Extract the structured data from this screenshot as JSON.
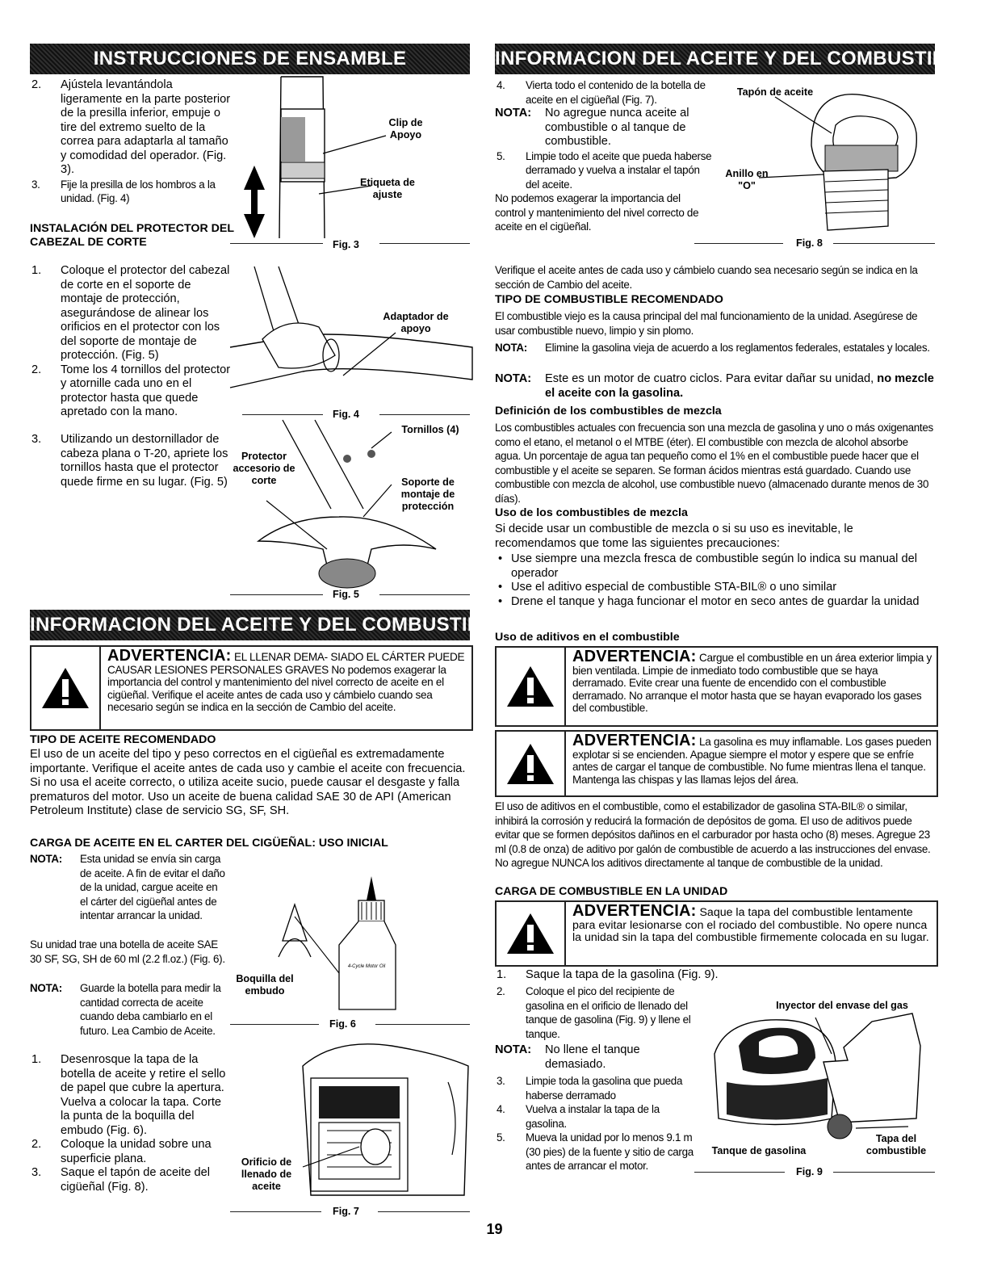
{
  "page_number": "19",
  "left": {
    "banner1": "INSTRUCCIONES DE ENSAMBLE",
    "step2": {
      "num": "2.",
      "text": "Ajústela levantándola ligeramente en la parte posterior de la presilla inferior, empuje o tire del extremo suelto de la correa para adaptarla al tamaño y comodidad del operador. (Fig. 3)."
    },
    "step3": {
      "num": "3.",
      "text": "Fije la presilla de los hombros a la unidad. (Fig. 4)"
    },
    "install_heading": "INSTALACIÓN DEL PROTECTOR DEL CABEZAL DE CORTE",
    "install_steps": [
      {
        "num": "1.",
        "text": "Coloque el protector del cabezal de corte en el soporte de montaje de protección, asegurándose de alinear los orificios en el protector con los del soporte de montaje de protección. (Fig. 5)"
      },
      {
        "num": "2.",
        "text": "Tome los 4 tornillos del protector y atornille cada uno en el protector hasta que quede apretado con la mano."
      },
      {
        "num": "3.",
        "text": "Utilizando un destornillador de cabeza plana o T-20, apriete los tornillos hasta que el protector quede firme en su lugar. (Fig. 5)"
      }
    ],
    "fig3": {
      "label": "Fig. 3",
      "clip": "Clip de Apoyo",
      "etiqueta": "Etiqueta de ajuste"
    },
    "fig4": {
      "label": "Fig. 4",
      "adaptador": "Adaptador de apoyo"
    },
    "fig5": {
      "label": "Fig. 5",
      "tornillos": "Tornillos (4)",
      "protector": "Protector accesorio de corte",
      "soporte": "Soporte de montaje de protección"
    },
    "banner2": "INFORMACION DEL ACEITE Y DEL COMBUSTIBLE",
    "warning1": {
      "title": "ADVERTENCIA:",
      "text": "EL LLENAR DEMA- SIADO EL CÁRTER PUEDE CAUSAR LESIONES PERSONALES GRAVES No podemos exagerar la importancia del control y mantenimiento del nivel correcto de aceite en el cigüeñal. Verifique el aceite antes de cada uso y cámbielo cuando sea necesario según se indica en la sección de Cambio del aceite."
    },
    "tipo_heading": "TIPO DE ACEITE RECOMENDADO",
    "tipo_text": "El uso de un aceite del tipo y peso correctos en el cigüeñal es extremadamente importante. Verifique el aceite antes de cada uso y cambie el aceite con frecuencia. Si no usa el aceite correcto, o utiliza aceite sucio, puede causar el desgaste y falla prematuros del motor. Uso un aceite de buena calidad SAE 30 de API (American Petroleum Institute) clase de servicio SG, SF, SH.",
    "carga_heading": "CARGA DE ACEITE EN EL CARTER DEL CIGÜEÑAL: USO INICIAL",
    "nota1": {
      "label": "NOTA:",
      "text": "Esta unidad se envía sin carga de aceite. A fin de evitar el daño de la unidad, cargue aceite en el cárter del cigüeñal antes de intentar arrancar la unidad."
    },
    "botella_text": "Su unidad trae una botella de aceite SAE 30 SF, SG, SH de 60 ml (2.2 fl.oz.) (Fig. 6).",
    "nota2": {
      "label": "NOTA:",
      "text": "Guarde la botella para medir la cantidad correcta de aceite cuando deba cambiarlo en el futuro. Lea Cambio de Aceite."
    },
    "oil_steps": [
      {
        "num": "1.",
        "text": "Desenrosque la tapa de la botella de aceite y retire el sello de papel que cubre la apertura. Vuelva a colocar la tapa. Corte la punta de la boquilla del embudo (Fig. 6)."
      },
      {
        "num": "2.",
        "text": "Coloque la unidad sobre una superficie plana."
      },
      {
        "num": "3.",
        "text": "Saque el tapón de aceite del cigüeñal (Fig. 8)."
      }
    ],
    "fig6": {
      "label": "Fig. 6",
      "boquilla": "Boquilla del embudo",
      "bottle_text": "4-Cycle Motor Oil"
    },
    "fig7": {
      "label": "Fig. 7",
      "orificio": "Orificio de llenado de aceite"
    }
  },
  "right": {
    "banner": "INFORMACION DEL ACEITE Y DEL COMBUSTIBLE",
    "step4": {
      "num": "4.",
      "text": "Vierta todo el contenido de la botella de aceite en el cigüeñal (Fig. 7)."
    },
    "nota1": {
      "label": "NOTA:",
      "text": "No agregue nunca aceite al combustible o al tanque de combustible."
    },
    "step5": {
      "num": "5.",
      "text": "Limpie todo el aceite que pueda haberse derramado y vuelva a instalar el tapón del aceite."
    },
    "para1": "No podemos exagerar la importancia del control y mantenimiento del nivel correcto de aceite en el cigüeñal.",
    "para2": "Verifique el aceite antes de cada uso y cámbielo cuando sea necesario según se indica en la sección de Cambio del aceite.",
    "fig8": {
      "label": "Fig. 8",
      "tapon": "Tapón de aceite",
      "anillo": "Anillo en \"O\""
    },
    "tipo_comb_heading": "TIPO DE COMBUSTIBLE RECOMENDADO",
    "tipo_comb_text": "El combustible viejo es la causa principal del mal funcionamiento de la unidad. Asegúrese de usar combustible nuevo, limpio y sin plomo.",
    "nota2": {
      "label": "NOTA:",
      "text": "Elimine la gasolina vieja de acuerdo a los reglamentos federales, estatales y locales."
    },
    "nota3": {
      "label": "NOTA:",
      "text": "Este es un motor de cuatro ciclos. Para evitar dañar su unidad,",
      "bold": "no mezcle el aceite con la gasolina."
    },
    "def_heading": "Definición de los combustibles de mezcla",
    "def_text": "Los combustibles actuales con frecuencia son una mezcla de gasolina y uno o más oxigenantes como el etano, el metanol o el MTBE (éter). El combustible con mezcla de alcohol absorbe agua. Un porcentaje de agua tan pequeño como el 1% en el combustible puede hacer que el combustible y el aceite se separen. Se forman ácidos mientras está guardado. Cuando use combustible con mezcla de alcohol, use combustible nuevo (almacenado durante menos de 30 días).",
    "uso_heading": "Uso de los combustibles de mezcla",
    "uso_text": "Si decide usar un combustible de mezcla o si su uso es inevitable, le recomendamos que tome las siguientes precauciones:",
    "bullets": [
      "Use siempre una mezcla fresca de combustible según lo indica su manual del operador",
      "Use el aditivo especial de combustible STA-BIL® o uno similar",
      "Drene el tanque y haga funcionar el motor en seco antes de guardar la unidad"
    ],
    "aditivos_heading": "Uso de aditivos en el combustible",
    "warning2": {
      "title": "ADVERTENCIA:",
      "text": "Cargue el combustible en un área exterior limpia y bien ventilada. Limpie de inmediato todo combustible que se haya derramado. Evite crear una fuente de encendido con el combustible derramado. No arranque el motor hasta que se hayan evaporado los gases del combustible."
    },
    "warning3": {
      "title": "ADVERTENCIA:",
      "text": "La gasolina es muy inflamable. Los gases pueden explotar si se encienden. Apague siempre el motor y espere que se enfríe antes de cargar el tanque de combustible. No fume mientras llena el tanque. Mantenga las chispas y las llamas lejos del área."
    },
    "aditivos_text": "El uso de aditivos en el combustible, como el estabilizador de gasolina STA-BIL® o similar, inhibirá la corrosión y reducirá la formación de depósitos de goma. El uso de aditivos puede evitar que se formen depósitos dañinos en el carburador por hasta ocho (8) meses. Agregue 23 ml (0.8 de onza) de aditivo por galón de combustible de acuerdo a las instrucciones del envase. No agregue NUNCA los aditivos directamente al tanque de combustible de la unidad.",
    "carga_comb_heading": "CARGA DE COMBUSTIBLE EN LA UNIDAD",
    "warning4": {
      "title": "ADVERTENCIA:",
      "text": "Saque la tapa del combustible lentamente para evitar lesionarse con el rociado del combustible. No opere nunca la unidad sin la tapa del combustible firmemente colocada en su lugar."
    },
    "fuel_steps": [
      {
        "num": "1.",
        "text": "Saque la tapa de la gasolina (Fig. 9)."
      },
      {
        "num": "2.",
        "text": "Coloque el pico del recipiente de gasolina en el orificio de llenado del tanque de gasolina (Fig. 9) y llene el tanque."
      }
    ],
    "nota4": {
      "label": "NOTA:",
      "text": "No llene el tanque demasiado."
    },
    "fuel_steps2": [
      {
        "num": "3.",
        "text": "Limpie toda la gasolina que pueda haberse derramado"
      },
      {
        "num": "4.",
        "text": "Vuelva a instalar la tapa de la gasolina."
      },
      {
        "num": "5.",
        "text": "Mueva la unidad por lo menos 9.1 m (30 pies) de la fuente y sitio de carga antes de arrancar el motor."
      }
    ],
    "fig9": {
      "label": "Fig. 9",
      "inyector": "Inyector del envase del gas",
      "tanque": "Tanque de gasolina",
      "tapa": "Tapa del combustible"
    }
  }
}
